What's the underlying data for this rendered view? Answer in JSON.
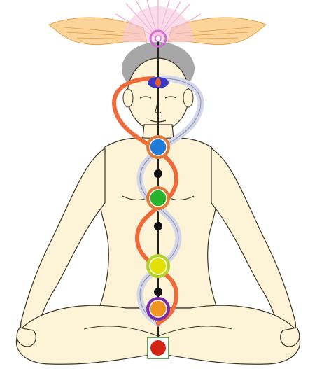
{
  "colors": {
    "background": "#ffffff",
    "skin": "#fdf3d7",
    "outline": "#3a3326",
    "hair": "#a7a7a7",
    "wings": "#f7ba64",
    "crown_rays": "#f0a3c6",
    "crown_lotus": "#d56cd2",
    "third_eye": "#3b37c4",
    "ida_channel": "#ee6a3a",
    "pingala_channel": "#d3d7e8",
    "central_channel": "#222222",
    "throat_chakra": "#1f7ad8",
    "heart_chakra": "#27b32b",
    "solar_plexus_chakra": "#e3e000",
    "sacral_chakra": "#f09420",
    "root_chakra": "#d42414",
    "knot_dot": "#111111"
  },
  "chakras": [
    {
      "name": "crown",
      "color": "#d56cd2"
    },
    {
      "name": "third-eye",
      "color": "#3b37c4"
    },
    {
      "name": "throat",
      "color": "#1f7ad8"
    },
    {
      "name": "heart",
      "color": "#27b32b"
    },
    {
      "name": "solar-plexus",
      "color": "#e3e000"
    },
    {
      "name": "sacral",
      "color": "#f09420"
    },
    {
      "name": "root",
      "color": "#d42414"
    }
  ]
}
